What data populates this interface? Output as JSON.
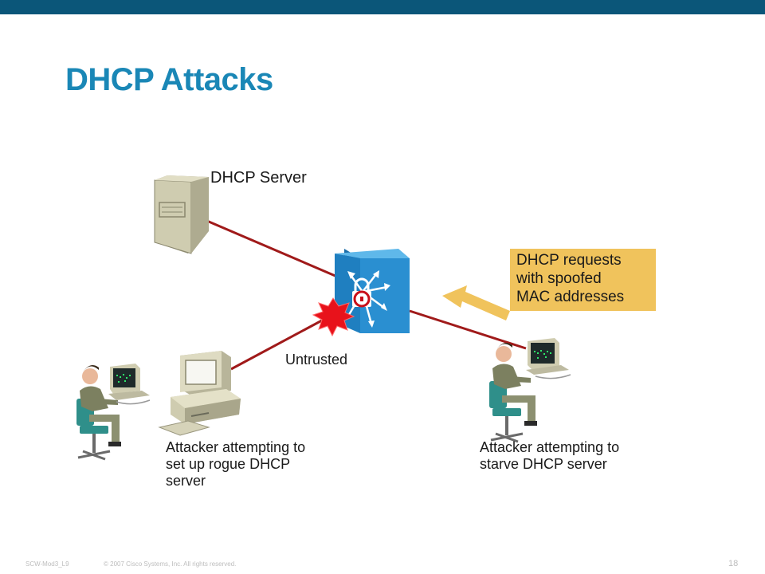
{
  "title": "DHCP Attacks",
  "server_label": "DHCP Server",
  "untrusted_label": "Untrusted",
  "callout_text": "DHCP requests\nwith spoofed\nMAC addresses",
  "rogue_attacker_label": "Attacker attempting to\nset up rogue DHCP\nserver",
  "starve_attacker_label": "Attacker attempting to\nstarve DHCP server",
  "footer": {
    "slide_id": "SCW-Mod3_L9",
    "copyright": "© 2007 Cisco Systems, Inc. All rights reserved.",
    "page_number": "18"
  },
  "icons": [
    "server-icon",
    "switch-icon",
    "lock-icon",
    "burst-icon",
    "arrow-icon",
    "person-icon",
    "computer-icon"
  ],
  "colors": {
    "title": "#1a87b6",
    "top_bar": "#0b5679",
    "links": "#a01a1a",
    "callout": "#f0c35c",
    "switch": "#2a8fd1",
    "burst": "#e8121b"
  }
}
